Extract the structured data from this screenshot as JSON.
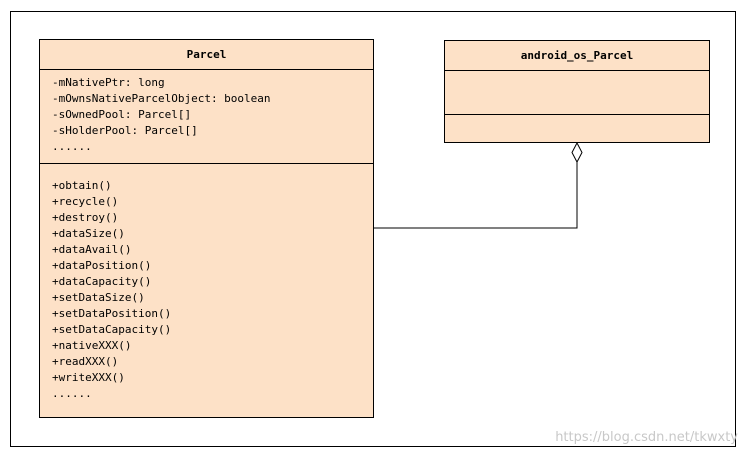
{
  "diagram": {
    "classes": {
      "parcel": {
        "name": "Parcel",
        "attributes": [
          "-mNativePtr: long",
          "-mOwnsNativeParcelObject: boolean",
          "-sOwnedPool: Parcel[]",
          "-sHolderPool: Parcel[]",
          "......"
        ],
        "operations": [
          "+obtain()",
          "+recycle()",
          "+destroy()",
          "+dataSize()",
          "+dataAvail()",
          "+dataPosition()",
          "+dataCapacity()",
          "+setDataSize()",
          "+setDataPosition()",
          "+setDataCapacity()",
          "+nativeXXX()",
          "+readXXX()",
          "+writeXXX()",
          "......"
        ]
      },
      "android_os_parcel": {
        "name": "android_os_Parcel",
        "attributes": [],
        "operations": []
      }
    },
    "relationship": {
      "type": "aggregation",
      "whole": "android_os_Parcel",
      "part": "Parcel"
    },
    "colors": {
      "class_fill": "#fde1c7",
      "line": "#000000",
      "watermark": "#c8c8c8"
    }
  },
  "watermark": "https://blog.csdn.net/tkwxty"
}
